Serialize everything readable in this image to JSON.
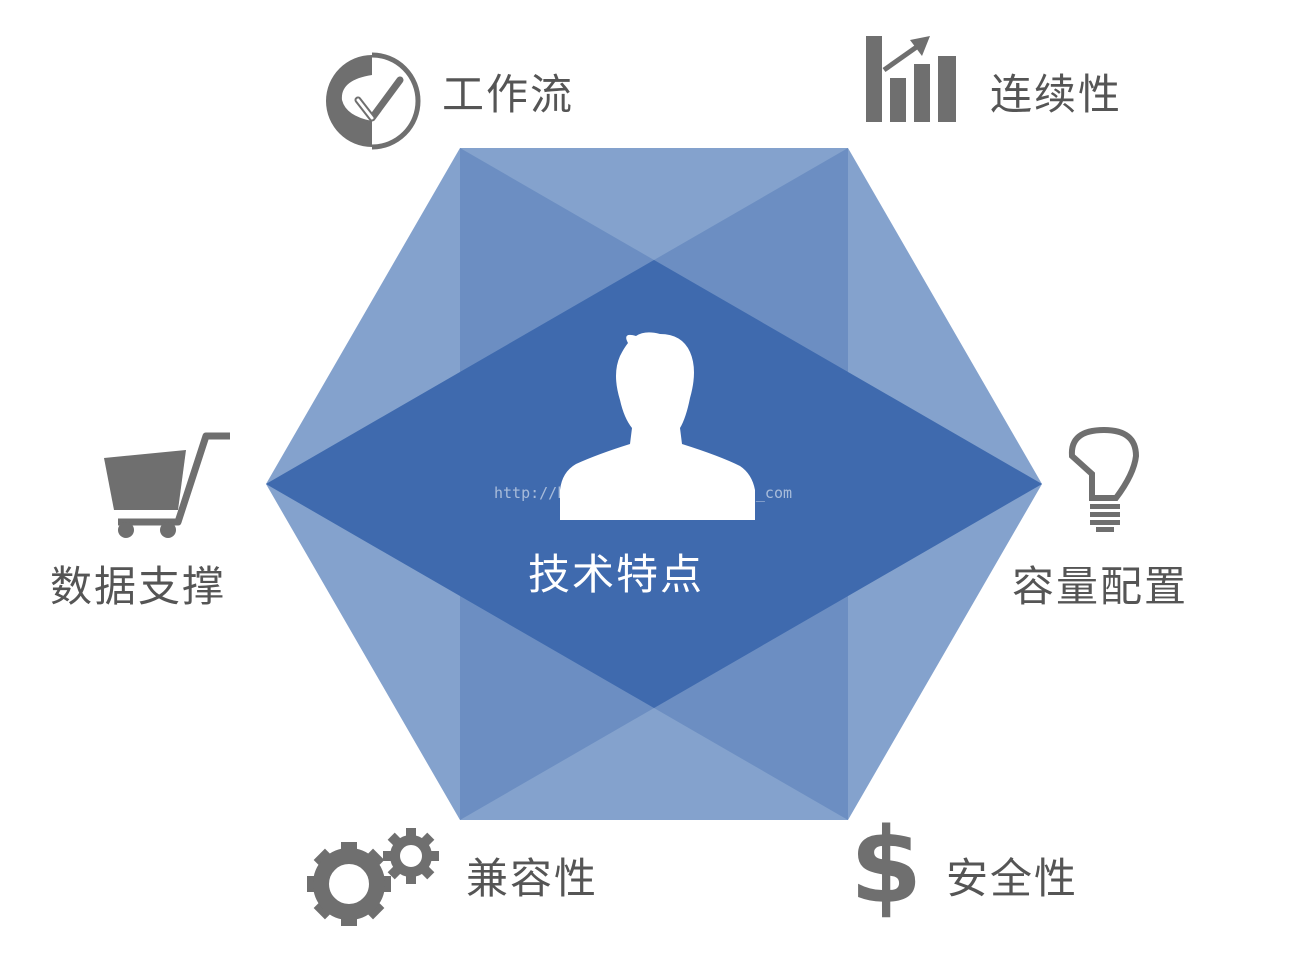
{
  "center": {
    "title": "技术特点",
    "icon": "person-icon"
  },
  "features": [
    {
      "label": "工作流",
      "icon": "check-circle-icon"
    },
    {
      "label": "连续性",
      "icon": "bar-chart-growth-icon"
    },
    {
      "label": "容量配置",
      "icon": "light-bulb-icon"
    },
    {
      "label": "安全性",
      "icon": "dollar-icon"
    },
    {
      "label": "兼容性",
      "icon": "gears-icon"
    },
    {
      "label": "数据支撑",
      "icon": "shopping-cart-icon"
    }
  ],
  "watermark": "http://blog.csdn.net/wireless_com",
  "colors": {
    "hex_light": "#84a2cd",
    "hex_mid": "#6587be",
    "hex_dark": "#3f6aae",
    "icon_gray": "#6f6f6f",
    "text_gray": "#555555"
  }
}
